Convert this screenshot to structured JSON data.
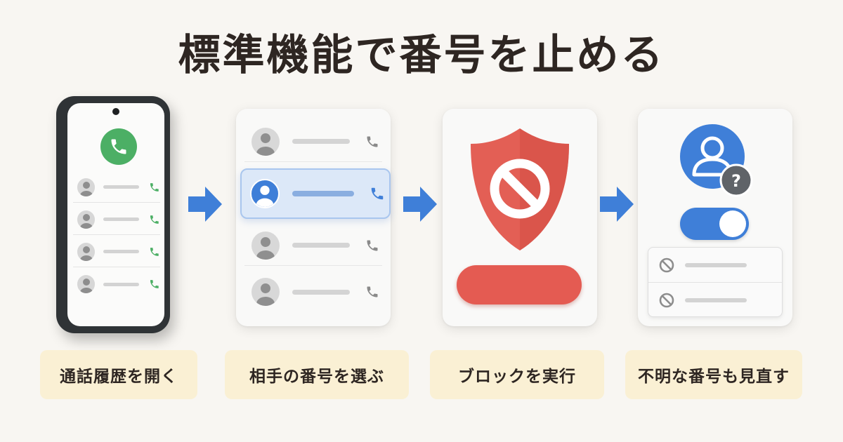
{
  "title": "標準機能で番号を止める",
  "steps": [
    {
      "label": "通話履歴を開く"
    },
    {
      "label": "相手の番号を選ぶ"
    },
    {
      "label": "ブロックを実行"
    },
    {
      "label": "不明な番号も見直す"
    }
  ],
  "colors": {
    "background": "#f8f6f2",
    "call_green": "#4caf65",
    "accent_blue": "#3f7fd8",
    "block_red": "#e45b52",
    "label_bg": "#faf0d4"
  },
  "icons": {
    "unknown_badge": "?"
  }
}
